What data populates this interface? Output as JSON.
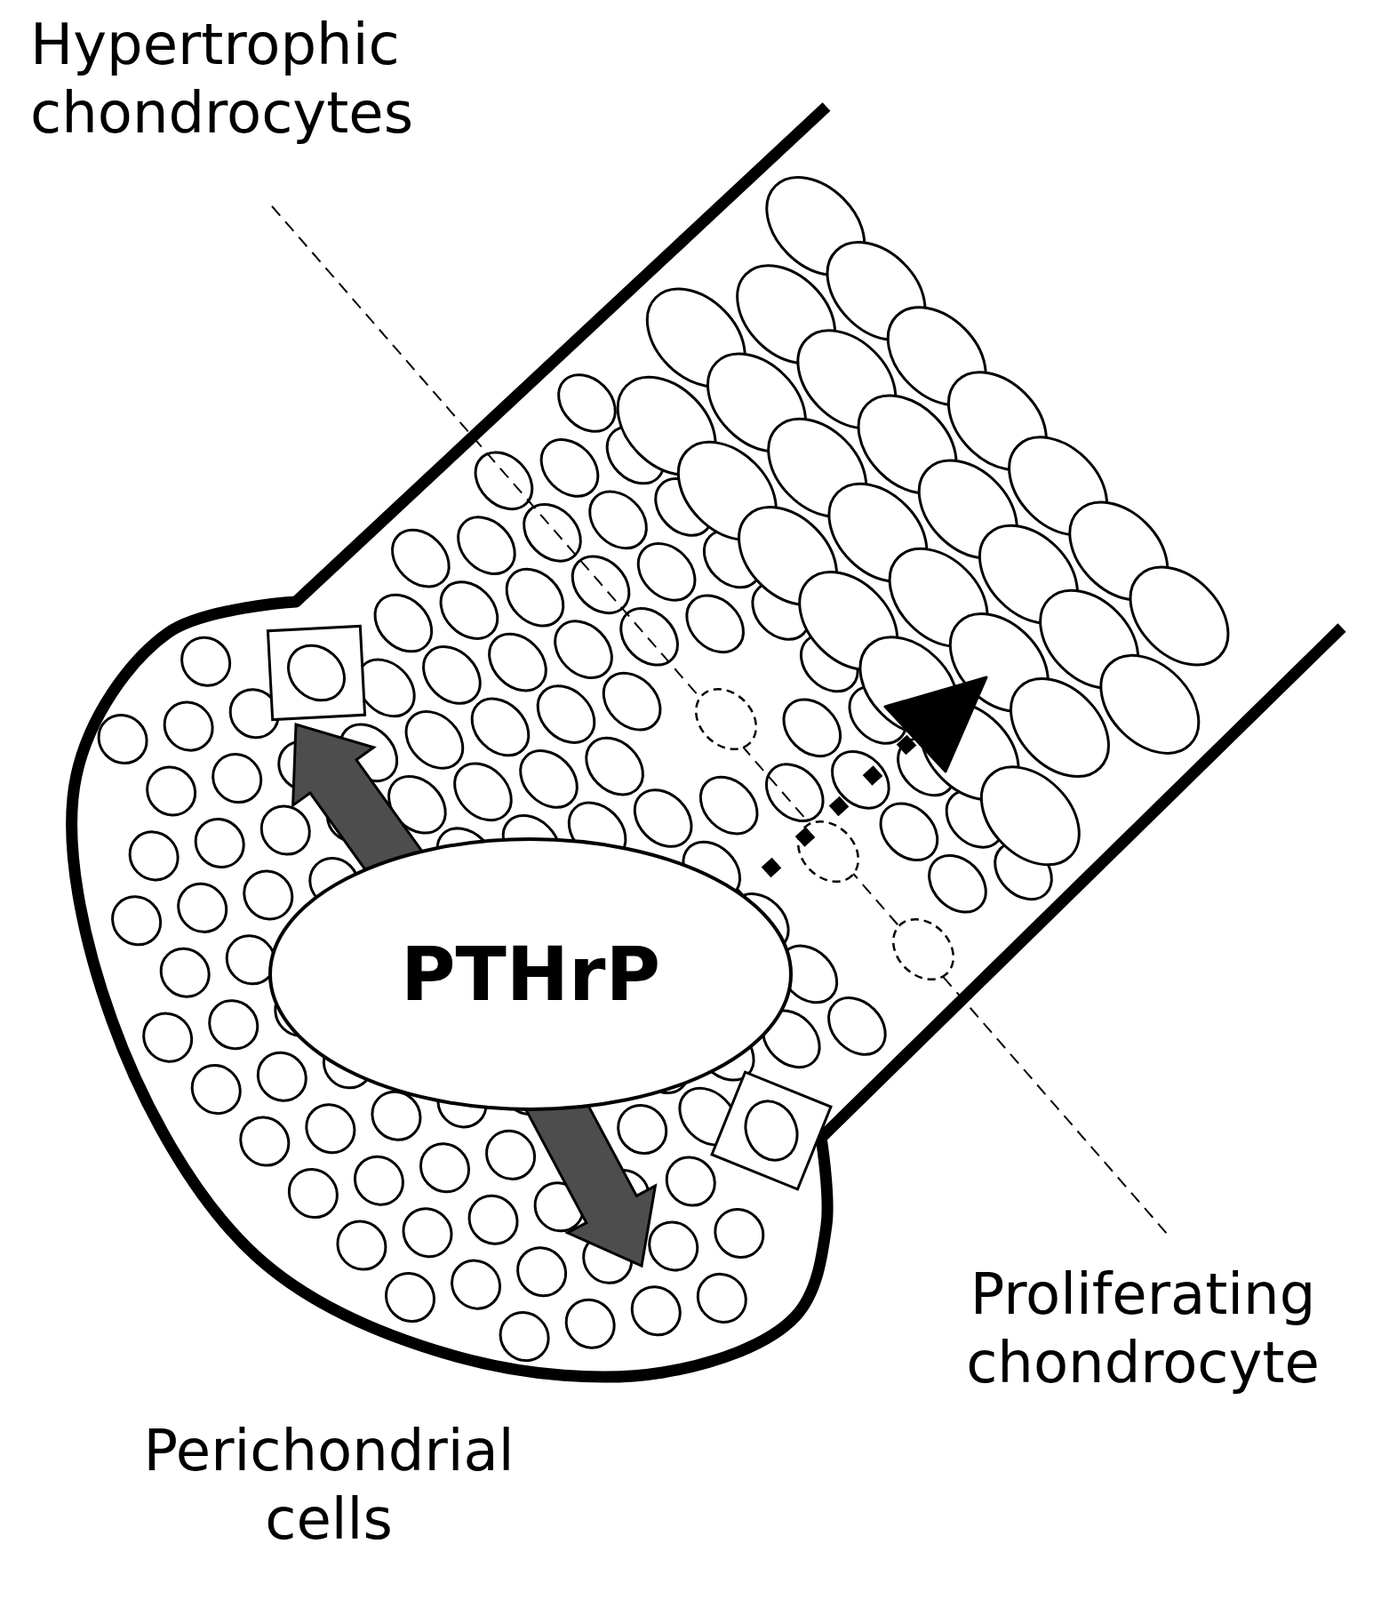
{
  "diagram": {
    "nodes": [
      {
        "text": [
          "PTHrP"
        ]
      }
    ],
    "labels": [
      "Hypertrophic chondrocytes",
      "Proliferating chondrocyte",
      "Perichondrial cells"
    ]
  }
}
